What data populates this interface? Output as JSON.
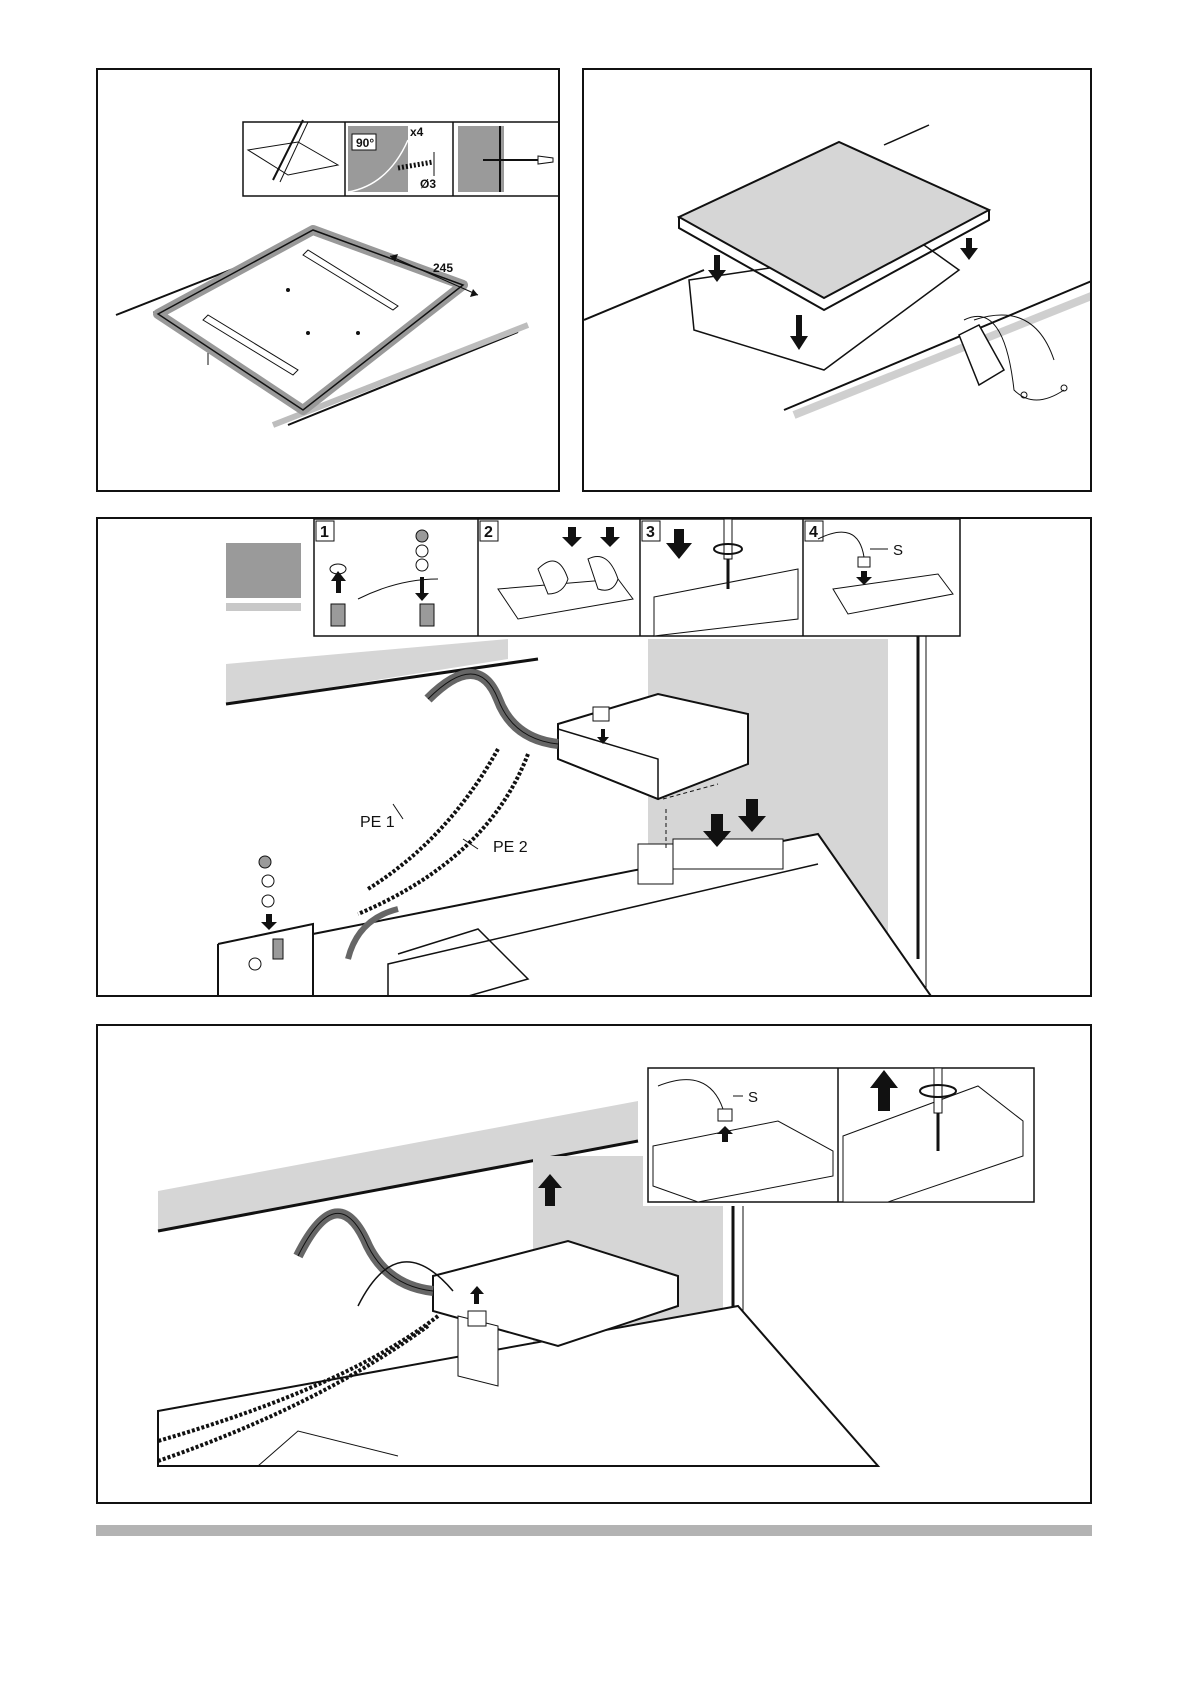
{
  "panel_a": {
    "angle_label": "90°",
    "count_label": "x4",
    "diameter_label": "Ø3",
    "dimension_label": "245"
  },
  "panel_c": {
    "steps": [
      "1",
      "2",
      "3",
      "4"
    ],
    "sensor_label": "S",
    "pe1_label": "PE 1",
    "pe2_label": "PE 2"
  },
  "panel_d": {
    "sensor_label": "S"
  },
  "colors": {
    "line": "#111111",
    "gray": "#d6d6d6",
    "dark_gray": "#9a9a9a",
    "bar": "#b3b3b3"
  }
}
